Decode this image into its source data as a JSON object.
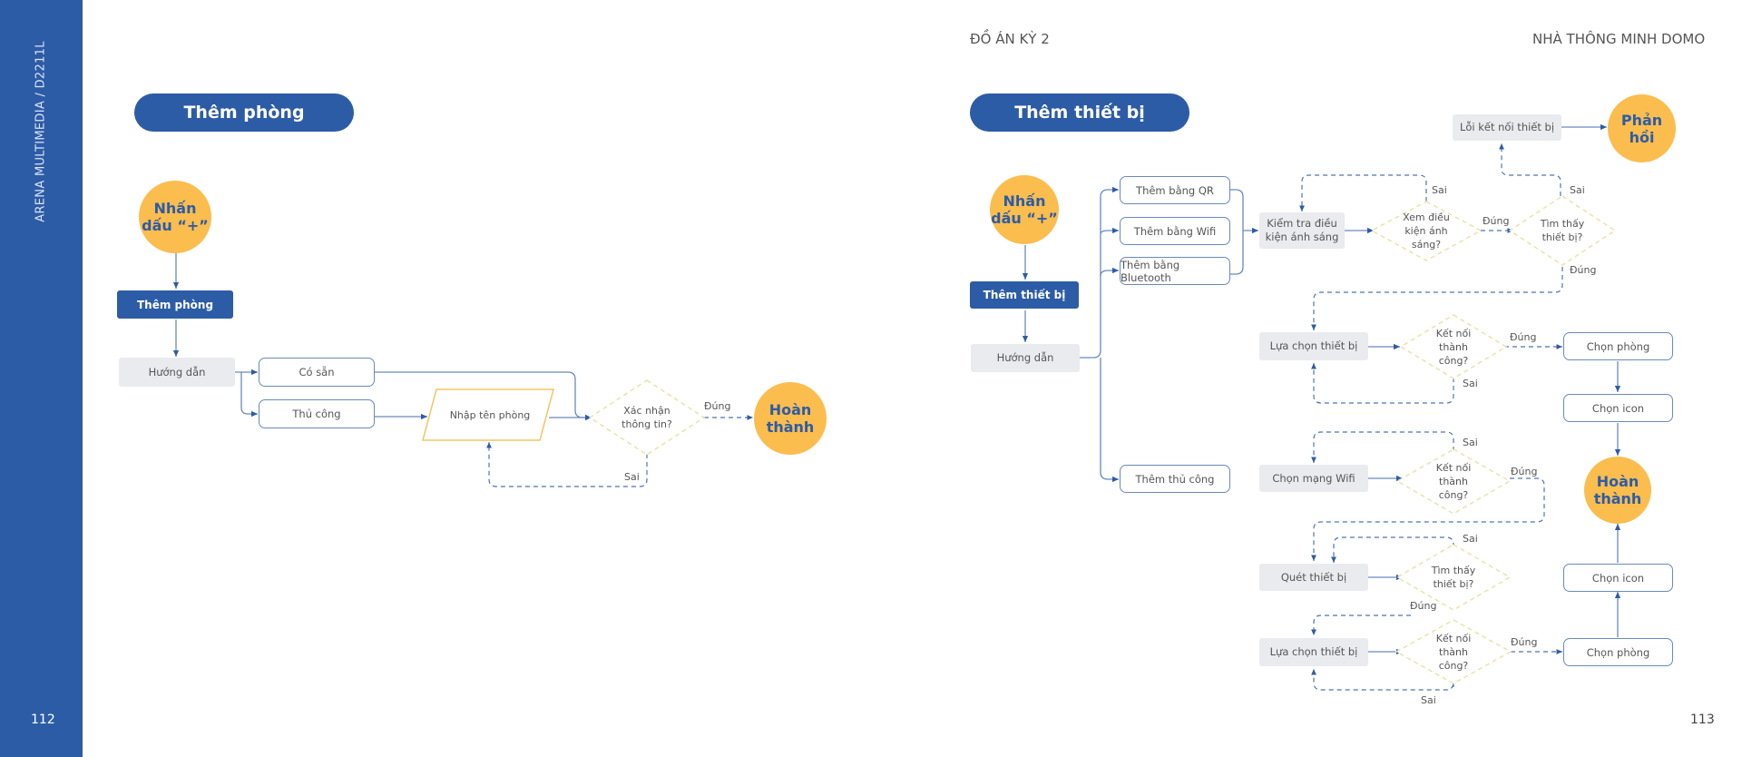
{
  "sidebar": {
    "vertical_text": "ARENA MULTIMEDIA / D2211L",
    "page_left": "112"
  },
  "header": {
    "left": "ĐỒ ÁN KỲ 2",
    "right": "NHÀ THÔNG MINH DOMO",
    "page_right": "113"
  },
  "left_flow": {
    "title": "Thêm phòng",
    "start": "Nhấn dấu “+”",
    "action": "Thêm phòng",
    "guide": "Hướng dẫn",
    "option_available": "Có sẵn",
    "option_manual": "Thủ công",
    "input": "Nhập tên phòng",
    "decision": "Xác nhận thông tin?",
    "yes": "Đúng",
    "no": "Sai",
    "end": "Hoàn thành"
  },
  "right_flow": {
    "title": "Thêm thiết bị",
    "start": "Nhấn dấu “+”",
    "action": "Thêm thiết bị",
    "guide": "Hướng dẫn",
    "add_qr": "Thêm bằng QR",
    "add_wifi": "Thêm bằng Wifi",
    "add_bluetooth": "Thêm bằng Bluetooth",
    "add_manual": "Thêm thủ công",
    "check_light": "Kiểm tra điều kiện ánh sáng",
    "view_light": "Xem điều kiện ánh sáng?",
    "found_device": "Tìm thấy thiết bị?",
    "conn_error": "Lỗi kết nối thiết bị",
    "feedback": "Phản hồi",
    "select_device_1": "Lựa chọn thiết bị",
    "connect_ok_1": "Kết nối thành công?",
    "choose_room_1": "Chọn phòng",
    "choose_icon_1": "Chọn icon",
    "complete": "Hoàn thành",
    "choose_wifi": "Chọn mạng Wifi",
    "connect_ok_2": "Kết nối thành công?",
    "scan_device": "Quét thiết bị",
    "found_device_2": "Tìm thấy thiết bị?",
    "select_device_2": "Lựa chọn thiết bị",
    "connect_ok_3": "Kết nối thành công?",
    "choose_room_2": "Chọn phòng",
    "choose_icon_2": "Chọn icon",
    "yes": "Đúng",
    "no": "Sai"
  },
  "colors": {
    "brand_blue": "#2d5ca6",
    "accent_yellow": "#fbbd4e",
    "node_grey": "#eaebef",
    "line_blue": "#6a89bd",
    "decision_dash": "#e8e2a8"
  }
}
